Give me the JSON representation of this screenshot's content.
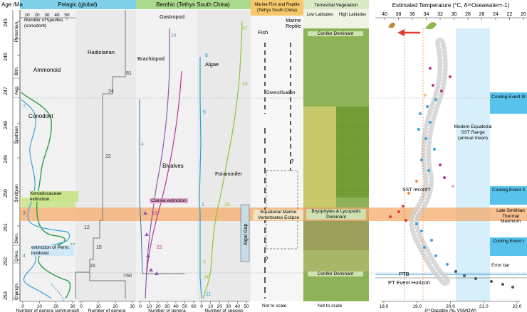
{
  "age_axis": {
    "title": "Age /Ma",
    "ticks": [
      "245",
      "246",
      "247",
      "248",
      "249",
      "250",
      "251",
      "252",
      "253"
    ],
    "stages": [
      "Pelsonian",
      "Bith.",
      "Aeg.",
      "Spathian",
      "Smithian",
      "Dien.",
      "Gries.",
      "Changh."
    ]
  },
  "panels": {
    "pelagic": "Pelagic (global)",
    "benthic": "Benthic (Tethys South China)",
    "marine": "Marine Fish and Reptile (Tethys South China)",
    "terrestrial": "Terrestrial Vegetation",
    "temperature": "Estimated Temperature (°C, δ¹⁸Oseawater=-1)"
  },
  "latitudes": {
    "low": "Low Latitudes",
    "high": "High Latitudes"
  },
  "labels": {
    "species_conodont": "Number of species (conodont)",
    "ammonoid": "Ammonoid",
    "conodont": "Conodont",
    "radiolarian": "Radiolarian",
    "gastropod": "Gastropod",
    "brachiopod": "Brachiopod",
    "bivalves": "Bivalves",
    "algae": "Algae",
    "foraminifer": "Foraminifer",
    "fish": "Fish",
    "marine_reptile": "Marine Reptile",
    "diversification": "Diversification",
    "eclipse": "Equatorial Marine Verterbrates Eclipse",
    "conifer1": "Conifer Dominant",
    "conifer2": "Conifer Dominant",
    "bryophytes": "Bryophytes & Lycopsids Dominant",
    "xenodisc": "Xenodiscaceae extinction",
    "perm_holdover": "extinction of Perm. holdover",
    "claraia": "Claraia extinction",
    "algal_gap": "Algal Gap",
    "sst_record": "SST record?",
    "smithian_max": "Late Smithian Thermal Maximum",
    "cooling1": "Cooling Event I",
    "cooling2": "Cooling Event II",
    "cooling3": "Cooling Event III",
    "modern_range": "Modern Equatorial SST Range (annual mean)",
    "error_bar": "Error bar",
    "ptb": "PTB",
    "pt_horizon": "PT Event Horizon",
    "not_to_scale": "Not to scale",
    "q": "?"
  },
  "x_axes": {
    "genera_ammonoid": {
      "label": "Number of genera (ammonoid)",
      "ticks": [
        "0",
        "10",
        "20",
        "30"
      ]
    },
    "genera_rad": {
      "label": "Number of genera",
      "ticks": [
        "0",
        "10",
        "20",
        "30"
      ]
    },
    "genera_benthic": {
      "label": "Number of genera",
      "ticks": [
        "0",
        "10",
        "20",
        "30",
        "40",
        "50",
        "60"
      ]
    },
    "species_algae": {
      "label": "Number of species",
      "ticks": [
        "0",
        "10",
        "20",
        "30",
        "40",
        "50"
      ]
    },
    "species_conodont": {
      "ticks": [
        "10",
        "20",
        "30",
        "40",
        "50"
      ]
    },
    "temp": {
      "ticks": [
        "40",
        "38",
        "36",
        "34",
        "32",
        "30",
        "28",
        "26",
        "24",
        "22",
        "20"
      ]
    },
    "d18o": {
      "label": "δ¹⁸Oapatite (‰ VSMOW)",
      "ticks": [
        "18.0",
        "19.0",
        "20.0",
        "21.0",
        "22.0"
      ]
    }
  },
  "counts": {
    "n81": "81",
    "n24": "24",
    "n22": "22",
    "n12": "12",
    "n15": "15",
    "n16": "16",
    "n50": ">50",
    "g24": "24",
    "g4": "4",
    "g10": "10",
    "g22": "22",
    "a8": "8",
    "a5": "5",
    "a1": "1",
    "a11": "11",
    "f47": "47",
    "f43": "43",
    "f29": "29",
    "f9": "9",
    "f80": "80",
    "c7": "7",
    "c4": "4",
    "c27": "27",
    "c3": "3"
  },
  "colors": {
    "pelagic_header": "#7ecfe8",
    "benthic_header": "#a9d98c",
    "marine_header": "#f5c96b",
    "terr_header": "#d8e9c4",
    "smithian_band": "#f6a96a",
    "xenodisc_band": "#c9e48a",
    "conodont": "#3aa3de",
    "ammonoid": "#2f9e4a",
    "gastropod": "#8c5bb0",
    "bivalve": "#b8358c",
    "algae": "#2b9ed8",
    "foram": "#92c83e",
    "cooling": "#57c2ea",
    "modern": "#d6effa"
  }
}
